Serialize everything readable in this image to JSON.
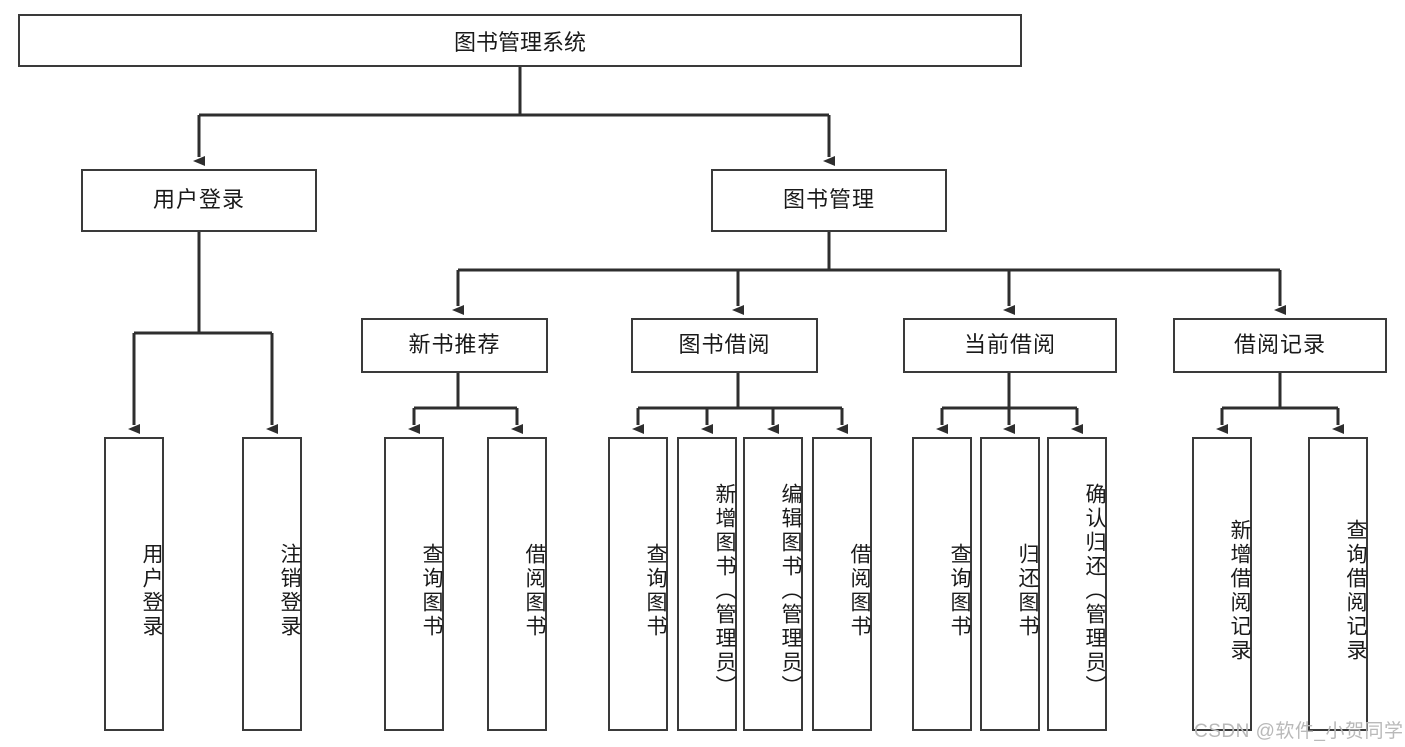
{
  "diagram": {
    "title": "图书管理系统",
    "type": "tree",
    "root": {
      "label": "图书管理系统"
    },
    "level2": [
      {
        "label": "用户登录"
      },
      {
        "label": "图书管理"
      }
    ],
    "level3": [
      {
        "label": "新书推荐"
      },
      {
        "label": "图书借阅"
      },
      {
        "label": "当前借阅"
      },
      {
        "label": "借阅记录"
      }
    ],
    "leaves_user_login": [
      {
        "label": "用户登录"
      },
      {
        "label": "注销登录"
      }
    ],
    "leaves_new_book": [
      {
        "label": "查询图书"
      },
      {
        "label": "借阅图书"
      }
    ],
    "leaves_book_borrow": [
      {
        "label": "查询图书"
      },
      {
        "label": "新增图书（管理员）"
      },
      {
        "label": "编辑图书（管理员）"
      },
      {
        "label": "借阅图书"
      }
    ],
    "leaves_current_borrow": [
      {
        "label": "查询图书"
      },
      {
        "label": "归还图书"
      },
      {
        "label": "确认归还（管理员）"
      }
    ],
    "leaves_borrow_record": [
      {
        "label": "新增借阅记录"
      },
      {
        "label": "查询借阅记录"
      }
    ]
  },
  "watermark": {
    "text": "CSDN @软件_小贺同学"
  },
  "colors": {
    "stroke": "#3a3a3a",
    "background": "#ffffff",
    "text": "#1a1a1a",
    "watermark": "#b9b9b9"
  }
}
